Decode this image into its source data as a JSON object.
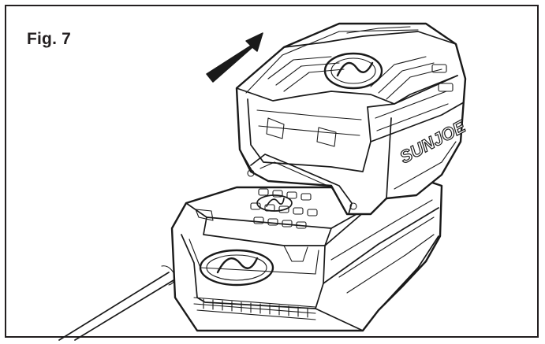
{
  "figure": {
    "label": "Fig. 7",
    "brand": "SUNJOE"
  },
  "colors": {
    "line": "#1a1a1a",
    "border": "#231f20",
    "background": "#ffffff"
  },
  "icons": {
    "arrow": "slide-direction-arrow",
    "logo": "sunjoe-s-logo"
  }
}
